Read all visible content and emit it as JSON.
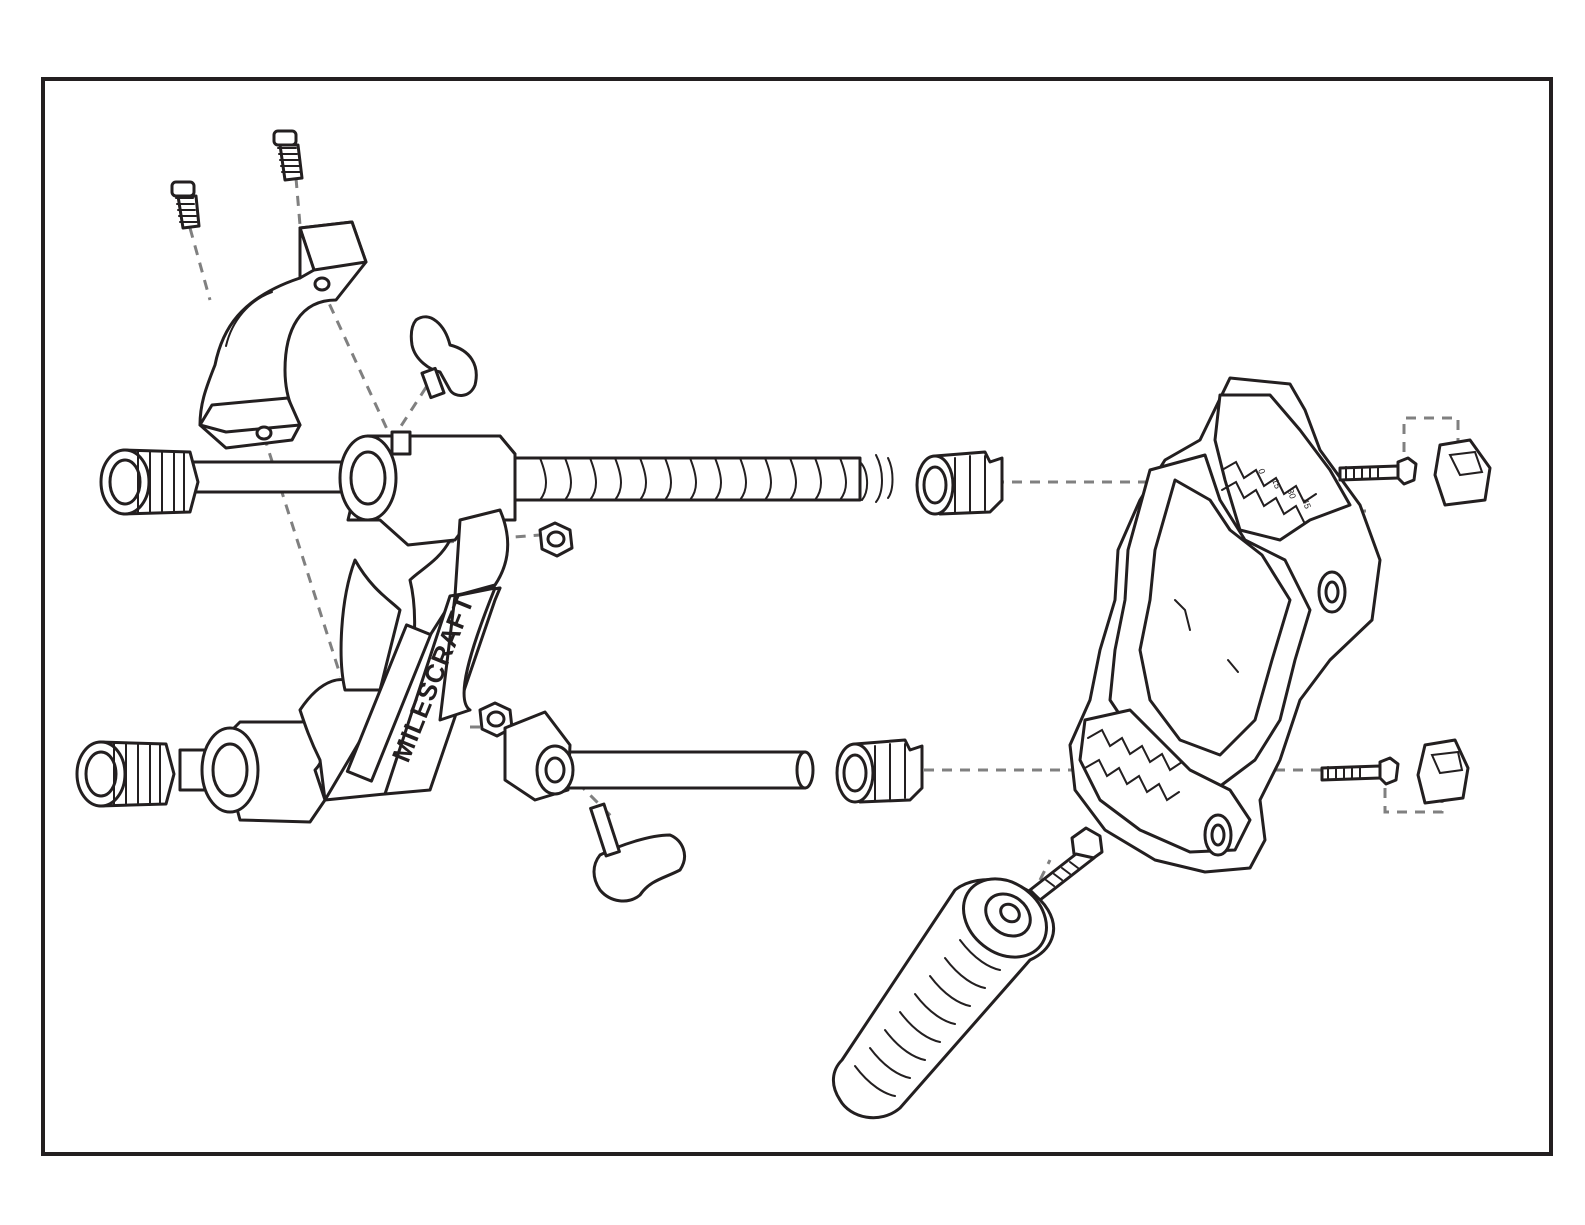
{
  "diagram": {
    "brand_label": "MILESCRAFT",
    "scale_labels": [
      "0",
      "15",
      "30",
      "45"
    ],
    "colors": {
      "line": "#231f20",
      "leader": "#808080",
      "paper": "#ffffff"
    }
  }
}
